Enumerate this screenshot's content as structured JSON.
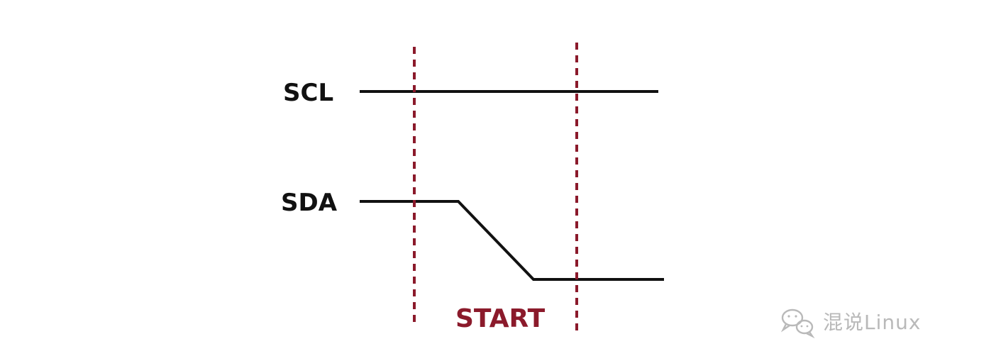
{
  "signals": {
    "scl": {
      "label": "SCL"
    },
    "sda": {
      "label": "SDA"
    }
  },
  "phase": {
    "label": "START"
  },
  "watermark": {
    "text": "混说Linux",
    "icon": "wechat-icon"
  },
  "colors": {
    "signal": "#111111",
    "marker": "#8b1a2b",
    "watermark": "#b9b9b9",
    "background": "#ffffff"
  }
}
